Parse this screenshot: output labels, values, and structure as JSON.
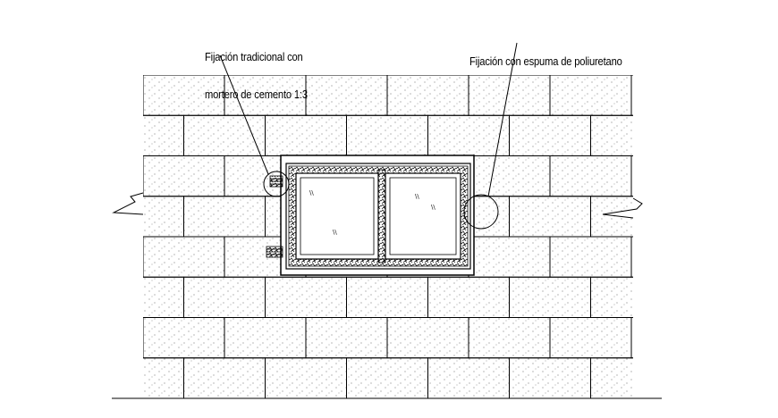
{
  "callouts": {
    "traditional_fixing": {
      "line1": "Fijación tradicional con",
      "line2": "mortero de cemento 1:3"
    },
    "foam_fixing": {
      "text": "Fijación con espuma de poliuretano"
    }
  },
  "glass_marks": [
    "\\\\",
    "\\\\",
    "\\\\",
    "\\\\"
  ],
  "colors": {
    "line": "#000000",
    "background": "#ffffff",
    "dots": "#555555"
  }
}
